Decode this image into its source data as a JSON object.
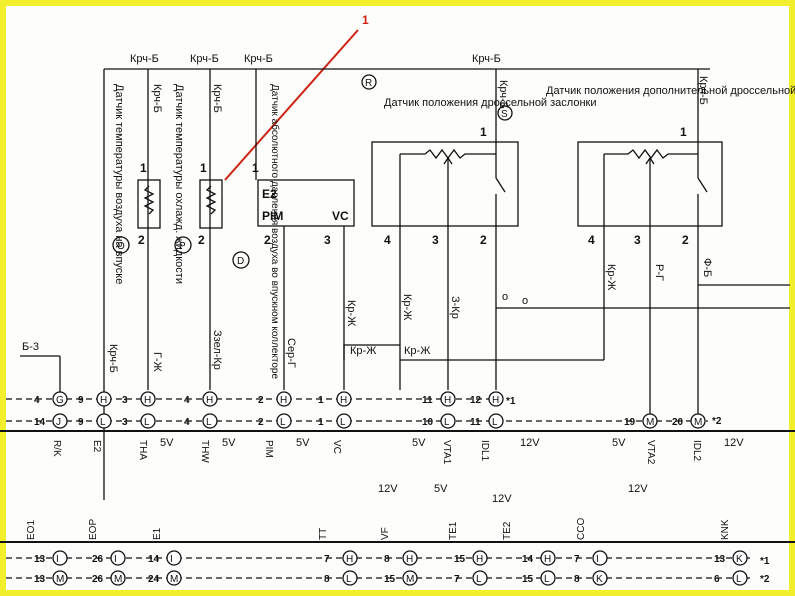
{
  "callout": "1",
  "top_wire": "Крч-Б",
  "sensors": {
    "intake_air_temp": "Датчик температуры воздуха на впуске",
    "coolant_temp": "Датчик температуры охлажд. жидкости",
    "map": "Датчик абсолютного давления воздуха во впускном коллекторе",
    "throttle": "Датчик положения дроссельной заслонки",
    "trc": "Датчик положения дополнительной дроссельной заслонки (TRC)"
  },
  "marks": {
    "R": "R",
    "S": "S",
    "O": "O",
    "P": "P",
    "D": "D"
  },
  "pins": {
    "p1": "1",
    "p2": "2",
    "p3": "3",
    "p4": "4"
  },
  "box_labels": {
    "e2": "E2",
    "pim": "PIM",
    "vc": "VC"
  },
  "wires": {
    "krch_b": "Крч-Б",
    "g_zh": "Г-Ж",
    "zel_kr": "Ззел-Кр",
    "ser_g": "Сер-Г",
    "kr_zh": "Кр-Ж",
    "z_kr": "З-Кр",
    "b3": "Б-3",
    "r_g": "Р-Г",
    "f_b": "Ф-Б",
    "oo1": "о",
    "oo2": "о"
  },
  "row1": [
    {
      "n": "4",
      "c": "G"
    },
    {
      "n": "9",
      "c": "H"
    },
    {
      "n": "3",
      "c": "H"
    },
    {
      "n": "4",
      "c": "H"
    },
    {
      "n": "2",
      "c": "H"
    },
    {
      "n": "1",
      "c": "H"
    },
    {
      "n": "11",
      "c": "H"
    },
    {
      "n": "12",
      "c": "H"
    }
  ],
  "row1_note": "*1",
  "row2": [
    {
      "n": "14",
      "c": "J"
    },
    {
      "n": "9",
      "c": "L"
    },
    {
      "n": "3",
      "c": "L"
    },
    {
      "n": "4",
      "c": "L"
    },
    {
      "n": "2",
      "c": "L"
    },
    {
      "n": "1",
      "c": "L"
    },
    {
      "n": "10",
      "c": "L"
    },
    {
      "n": "11",
      "c": "L"
    },
    {
      "n": "19",
      "c": "M"
    },
    {
      "n": "20",
      "c": "M"
    }
  ],
  "row2_note": "*2",
  "ecu_upper": [
    "R/K",
    "E2",
    "THA",
    "THW",
    "PIM",
    "VC",
    "VTA1",
    "IDL1",
    "VTA2",
    "IDL2"
  ],
  "volt": {
    "v5": "5V",
    "v12": "12V"
  },
  "ecu_lower": [
    "EO1",
    "EOP",
    "E1",
    "TT",
    "VF",
    "TE1",
    "TE2",
    "CCO",
    "KNK"
  ],
  "row3": [
    {
      "n": "13",
      "c": "I"
    },
    {
      "n": "26",
      "c": "I"
    },
    {
      "n": "14",
      "c": "I"
    },
    {
      "n": "7",
      "c": "H"
    },
    {
      "n": "8",
      "c": "H"
    },
    {
      "n": "15",
      "c": "H"
    },
    {
      "n": "14",
      "c": "H"
    },
    {
      "n": "7",
      "c": "I"
    },
    {
      "n": "13",
      "c": "K"
    }
  ],
  "row3_note": "*1",
  "row4": [
    {
      "n": "13",
      "c": "M"
    },
    {
      "n": "26",
      "c": "M"
    },
    {
      "n": "24",
      "c": "M"
    },
    {
      "n": "8",
      "c": "L"
    },
    {
      "n": "15",
      "c": "M"
    },
    {
      "n": "7",
      "c": "L"
    },
    {
      "n": "15",
      "c": "L"
    },
    {
      "n": "8",
      "c": "K"
    },
    {
      "n": "6",
      "c": "L"
    }
  ],
  "row4_note": "*2"
}
